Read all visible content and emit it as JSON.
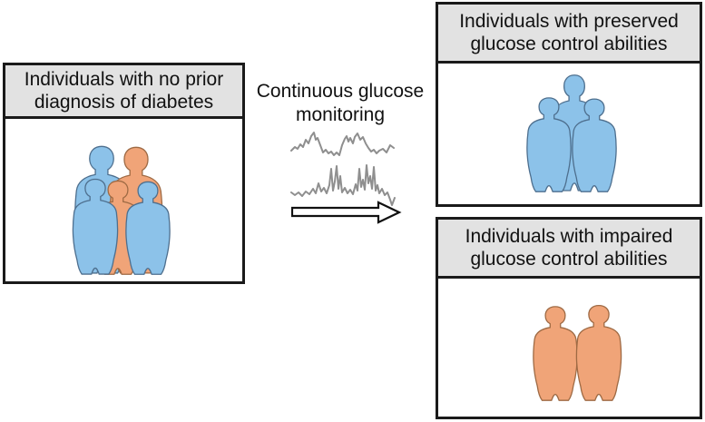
{
  "diagram": {
    "colors": {
      "person_blue": "#8cc2e9",
      "person_orange": "#f0a478",
      "header_bg": "#e2e2e2",
      "box_border": "#1a1a1a",
      "trace_gray": "#8f8f8f"
    },
    "source_box": {
      "label": "Individuals with no prior diagnosis of diabetes",
      "lines": [
        "Individuals with no prior",
        "diagnosis of diabetes"
      ],
      "people_blue_count": 3,
      "people_orange_count": 2
    },
    "process": {
      "label": "Continuous glucose monitoring",
      "lines": [
        "Continuous glucose",
        "monitoring"
      ]
    },
    "outcome_preserved": {
      "label": "Individuals with preserved glucose control abilities",
      "lines": [
        "Individuals with preserved",
        "glucose control abilities"
      ],
      "people_blue_count": 3,
      "people_orange_count": 0
    },
    "outcome_impaired": {
      "label": "Individuals with impaired glucose control abilities",
      "lines": [
        "Individuals with impaired",
        "glucose control abilities"
      ],
      "people_blue_count": 0,
      "people_orange_count": 2
    }
  }
}
